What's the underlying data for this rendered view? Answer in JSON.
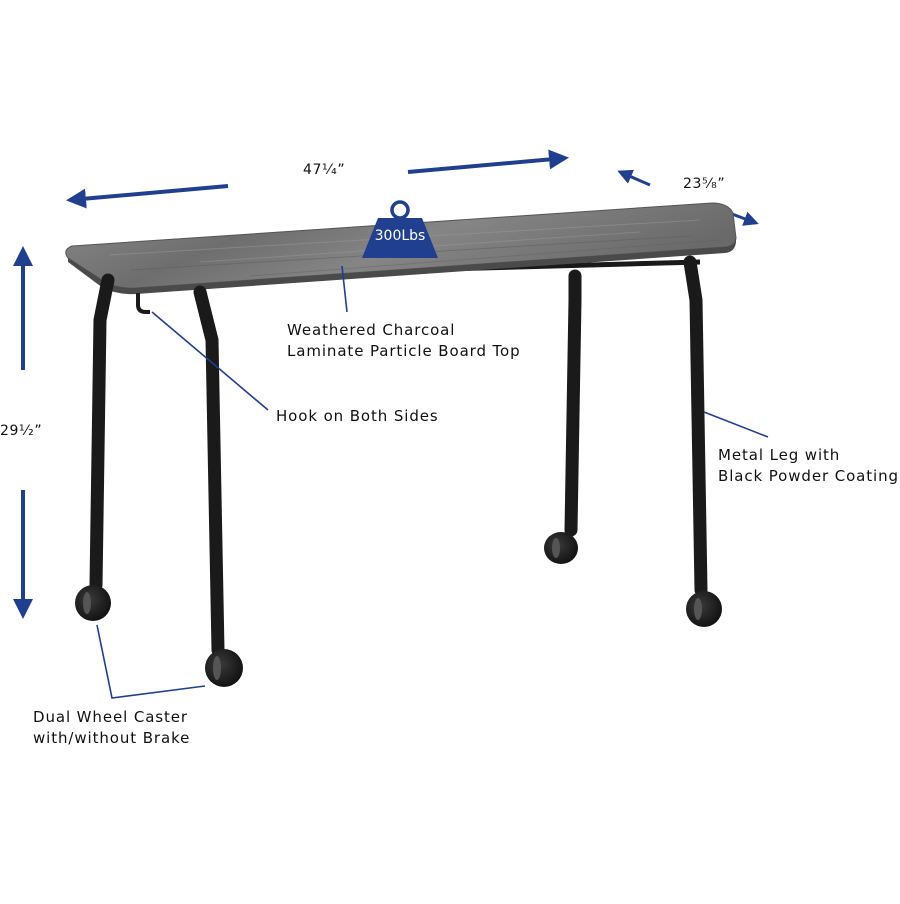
{
  "dimensions": {
    "width": "47¹⁄₄”",
    "depth": "23⁵⁄₈”",
    "height": "29¹⁄₂”"
  },
  "weight_capacity": "300Lbs",
  "callouts": {
    "top": [
      "Weathered Charcoal",
      "Laminate Particle Board Top"
    ],
    "hook": "Hook on Both Sides",
    "leg": [
      "Metal Leg with",
      "Black Powder Coating"
    ],
    "caster": [
      "Dual Wheel Caster",
      "with/without Brake"
    ]
  },
  "colors": {
    "accent": "#213f8f",
    "tabletop": "#7a7a7a",
    "frame": "#1a1a1a"
  }
}
